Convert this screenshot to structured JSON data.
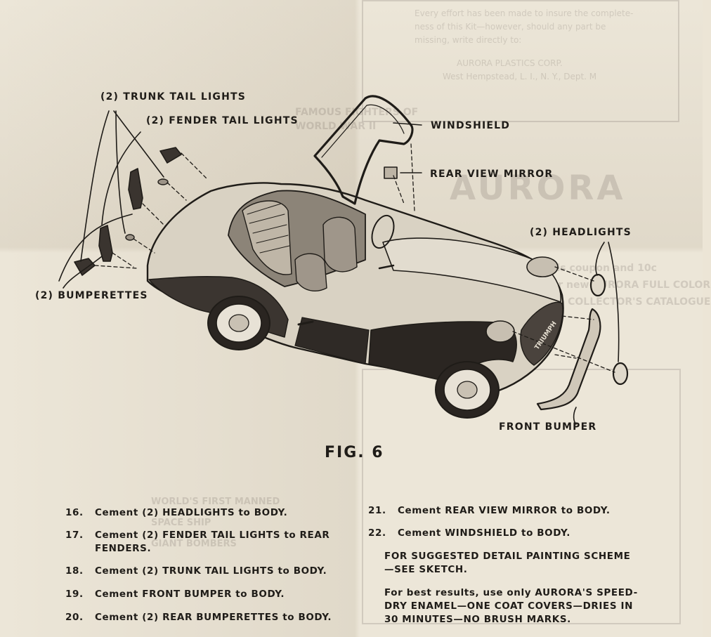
{
  "figure": {
    "title": "FIG. 6",
    "callouts": {
      "trunk_tail_lights": "(2)  TRUNK TAIL LIGHTS",
      "fender_tail_lights": "(2)  FENDER TAIL LIGHTS",
      "windshield": "WINDSHIELD",
      "rear_view_mirror": "REAR VIEW MIRROR",
      "headlights": "(2)  HEADLIGHTS",
      "bumperettes": "(2)  BUMPERETTES",
      "front_bumper": "FRONT BUMPER"
    },
    "plate_text": "TRIUMPH"
  },
  "instructions": {
    "steps": [
      {
        "num": "16.",
        "text": "Cement (2) HEADLIGHTS to BODY."
      },
      {
        "num": "17.",
        "text": "Cement (2) FENDER TAIL LIGHTS to REAR",
        "cont": "FENDERS."
      },
      {
        "num": "18.",
        "text": "Cement (2) TRUNK TAIL LIGHTS to BODY."
      },
      {
        "num": "19.",
        "text": "Cement FRONT BUMPER to BODY."
      },
      {
        "num": "20.",
        "text": "Cement (2) REAR BUMPERETTES to BODY."
      },
      {
        "num": "21.",
        "text": "Cement REAR VIEW MIRROR to BODY."
      },
      {
        "num": "22.",
        "text": "Cement WINDSHIELD to BODY."
      }
    ],
    "painting_note": [
      "FOR SUGGESTED DETAIL PAINTING SCHEME",
      "—SEE SKETCH."
    ],
    "enamel_note": [
      "For best results, use only AURORA'S SPEED-",
      "DRY ENAMEL—ONE COAT COVERS—DRIES IN",
      "30 MINUTES—NO BRUSH MARKS."
    ]
  },
  "bleed_through": {
    "logo": "AURORA",
    "top_right": [
      "Every effort has been made to insure the complete-",
      "ness of this Kit—however, should any part be",
      "missing, write directly to:",
      "AURORA PLASTICS CORP.",
      "West Hempstead, L. I., N. Y., Dept. M"
    ],
    "left_heading": [
      "FAMOUS FIGHTERS OF",
      "WORLD WAR II"
    ],
    "catalogue": [
      "Mail this coupon and 10c",
      "for your new AURORA FULL COLOR",
      "32 PAGE COLLECTOR'S CATALOGUE"
    ],
    "bottom_heading": [
      "WORLD'S FIRST MANNED",
      "SPACE SHIP",
      "GIANT BOMBERS"
    ]
  }
}
